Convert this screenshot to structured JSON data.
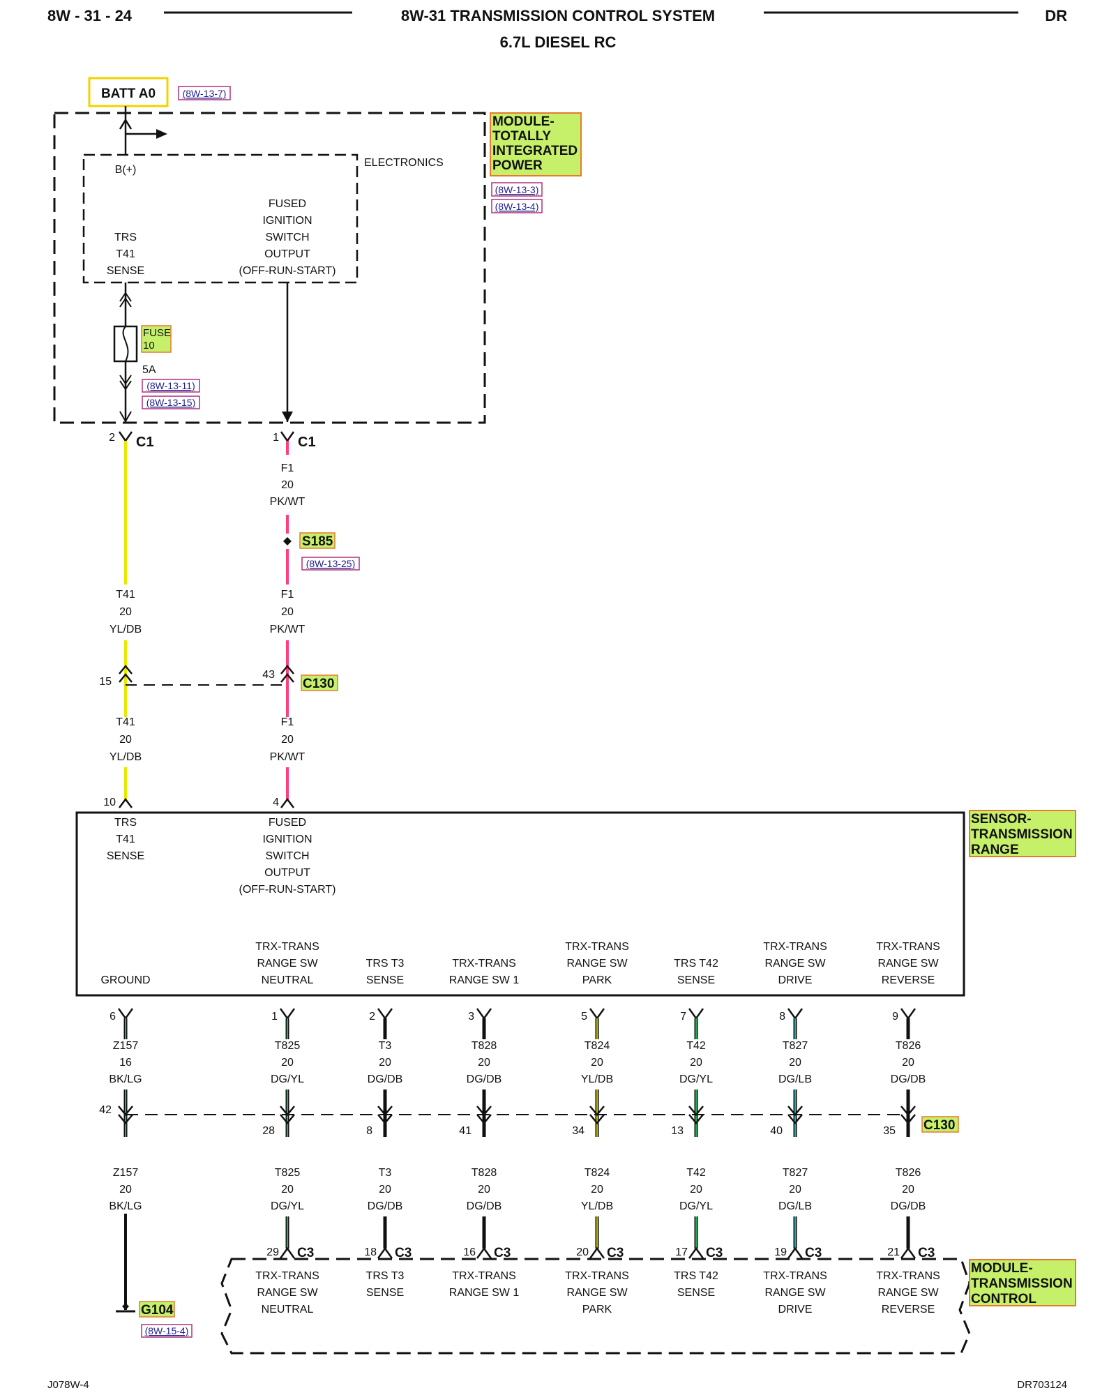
{
  "header": {
    "page_code": "8W - 31 - 24",
    "title": "8W-31 TRANSMISSION CONTROL SYSTEM",
    "subtitle": "6.7L DIESEL RC",
    "section": "DR"
  },
  "footer": {
    "left": "J078W-4",
    "right": "DR703124"
  },
  "colors": {
    "yellow_wire": "#e8e800",
    "pink_wire": "#ff3d7f",
    "green_wire": "#2fd66a",
    "cyan_wire": "#22d2d2",
    "highlight_green": "#c6f06a",
    "highlight_border": "#e67a2e",
    "batt_border": "#f2d200",
    "ref_border": "#b0307a"
  },
  "batt": {
    "label": "BATT A0",
    "ref": "(8W-13-7)"
  },
  "tipm": {
    "name_lines": [
      "MODULE-",
      "TOTALLY",
      "INTEGRATED",
      "POWER"
    ],
    "refs": [
      "(8W-13-3)",
      "(8W-13-4)"
    ],
    "electronics": "ELECTRONICS",
    "bplus": "B(+)",
    "trs_sense": [
      "TRS",
      "T41",
      "SENSE"
    ],
    "fused_ignition": [
      "FUSED",
      "IGNITION",
      "SWITCH",
      "OUTPUT",
      "(OFF-RUN-START)"
    ],
    "fuse": {
      "label_lines": [
        "FUSE",
        "10"
      ],
      "rating": "5A",
      "refs": [
        "(8W-13-11)",
        "(8W-13-15)"
      ]
    },
    "connector": "C1",
    "pins": [
      "2",
      "1"
    ]
  },
  "wires_top": {
    "left": {
      "circuit": "T41",
      "gauge": "20",
      "color": "YL/DB"
    },
    "right": {
      "circuit": "F1",
      "gauge": "20",
      "color": "PK/WT"
    }
  },
  "splice": {
    "label": "S185",
    "ref": "(8W-13-25)"
  },
  "c130_top": {
    "label": "C130",
    "pins": [
      "15",
      "43"
    ]
  },
  "tr_sensor": {
    "name_lines": [
      "SENSOR-",
      "TRANSMISSION",
      "RANGE"
    ],
    "top_pins": [
      "10",
      "4"
    ],
    "trs_sense": [
      "TRS",
      "T41",
      "SENSE"
    ],
    "fused_ignition": [
      "FUSED",
      "IGNITION",
      "SWITCH",
      "OUTPUT",
      "(OFF-RUN-START)"
    ],
    "bottom_labels": [
      [
        "GROUND"
      ],
      [
        "TRX-TRANS",
        "RANGE SW",
        "NEUTRAL"
      ],
      [
        "TRS T3",
        "SENSE"
      ],
      [
        "TRX-TRANS",
        "RANGE SW 1"
      ],
      [
        "TRX-TRANS",
        "RANGE SW",
        "PARK"
      ],
      [
        "TRS T42",
        "SENSE"
      ],
      [
        "TRX-TRANS",
        "RANGE SW",
        "DRIVE"
      ],
      [
        "TRX-TRANS",
        "RANGE SW",
        "REVERSE"
      ]
    ]
  },
  "bottom_wires": [
    {
      "pin": "6",
      "circuit": "Z157",
      "gauge": "16",
      "color": "BK/LG",
      "c130_pin": "42",
      "circuit2": "Z157",
      "gauge2": "20",
      "color2": "BK/LG",
      "c3_pin": ""
    },
    {
      "pin": "1",
      "circuit": "T825",
      "gauge": "20",
      "color": "DG/YL",
      "c130_pin": "28",
      "circuit2": "T825",
      "gauge2": "20",
      "color2": "DG/YL",
      "c3_pin": "29"
    },
    {
      "pin": "2",
      "circuit": "T3",
      "gauge": "20",
      "color": "DG/DB",
      "c130_pin": "8",
      "circuit2": "T3",
      "gauge2": "20",
      "color2": "DG/DB",
      "c3_pin": "18"
    },
    {
      "pin": "3",
      "circuit": "T828",
      "gauge": "20",
      "color": "DG/DB",
      "c130_pin": "41",
      "circuit2": "T828",
      "gauge2": "20",
      "color2": "DG/DB",
      "c3_pin": "16"
    },
    {
      "pin": "5",
      "circuit": "T824",
      "gauge": "20",
      "color": "YL/DB",
      "c130_pin": "34",
      "circuit2": "T824",
      "gauge2": "20",
      "color2": "YL/DB",
      "c3_pin": "20"
    },
    {
      "pin": "7",
      "circuit": "T42",
      "gauge": "20",
      "color": "DG/YL",
      "c130_pin": "13",
      "circuit2": "T42",
      "gauge2": "20",
      "color2": "DG/YL",
      "c3_pin": "17"
    },
    {
      "pin": "8",
      "circuit": "T827",
      "gauge": "20",
      "color": "DG/LB",
      "c130_pin": "40",
      "circuit2": "T827",
      "gauge2": "20",
      "color2": "DG/LB",
      "c3_pin": "19"
    },
    {
      "pin": "9",
      "circuit": "T826",
      "gauge": "20",
      "color": "DG/DB",
      "c130_pin": "35",
      "circuit2": "T826",
      "gauge2": "20",
      "color2": "DG/DB",
      "c3_pin": "21"
    }
  ],
  "c130_bottom": {
    "label": "C130"
  },
  "c3": {
    "label": "C3"
  },
  "ground": {
    "label": "G104",
    "ref": "(8W-15-4)"
  },
  "tcm": {
    "name_lines": [
      "MODULE-",
      "TRANSMISSION",
      "CONTROL"
    ],
    "labels": [
      [
        "TRX-TRANS",
        "RANGE SW",
        "NEUTRAL"
      ],
      [
        "TRS T3",
        "SENSE"
      ],
      [
        "TRX-TRANS",
        "RANGE SW 1"
      ],
      [
        "TRX-TRANS",
        "RANGE SW",
        "PARK"
      ],
      [
        "TRS T42",
        "SENSE"
      ],
      [
        "TRX-TRANS",
        "RANGE SW",
        "DRIVE"
      ],
      [
        "TRX-TRANS",
        "RANGE SW",
        "REVERSE"
      ]
    ]
  }
}
